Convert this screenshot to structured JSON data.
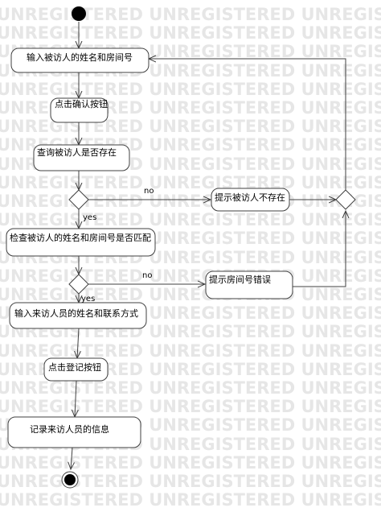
{
  "watermark": {
    "text": "UNREGISTERED UNREGISTERED UNREGISTERED UNREGISTERED"
  },
  "activities": {
    "enter_visitee": "输入被访人的姓名和房间号",
    "click_confirm": "点击确认按钮",
    "query_exists": "查询被访人是否存在",
    "prompt_not_exist": "提示被访人不存在",
    "check_match": "检查被访人的姓名和房间号是否匹配",
    "prompt_room_error": "提示房间号错误",
    "enter_visitor": "输入来访人员的姓名和联系方式",
    "click_register": "点击登记按钮",
    "record_info": "记录来访人员的信息"
  },
  "guards": {
    "no_1": "no",
    "yes_1": "yes",
    "no_2": "no",
    "yes_2": "yes"
  },
  "colors": {
    "stroke": "#404040",
    "node_fill": "#ffffff",
    "watermark": "#e6e6e6",
    "initial_fill": "#000000"
  }
}
